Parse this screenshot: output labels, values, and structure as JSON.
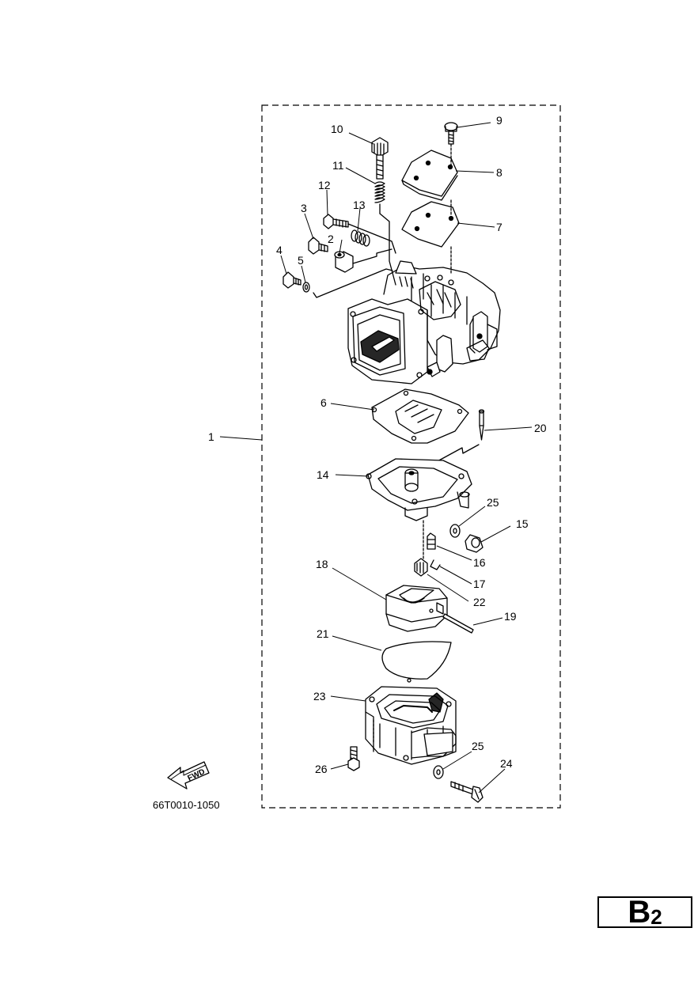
{
  "diagram": {
    "code": "66T0010-1050",
    "fwd_label": "FWD",
    "part_labels": [
      "1",
      "2",
      "3",
      "4",
      "5",
      "6",
      "7",
      "8",
      "9",
      "10",
      "11",
      "12",
      "13",
      "14",
      "15",
      "16",
      "17",
      "18",
      "19",
      "20",
      "21",
      "22",
      "23",
      "24",
      "25",
      "25",
      "26"
    ]
  },
  "page": {
    "letter": "B",
    "number": "2"
  }
}
